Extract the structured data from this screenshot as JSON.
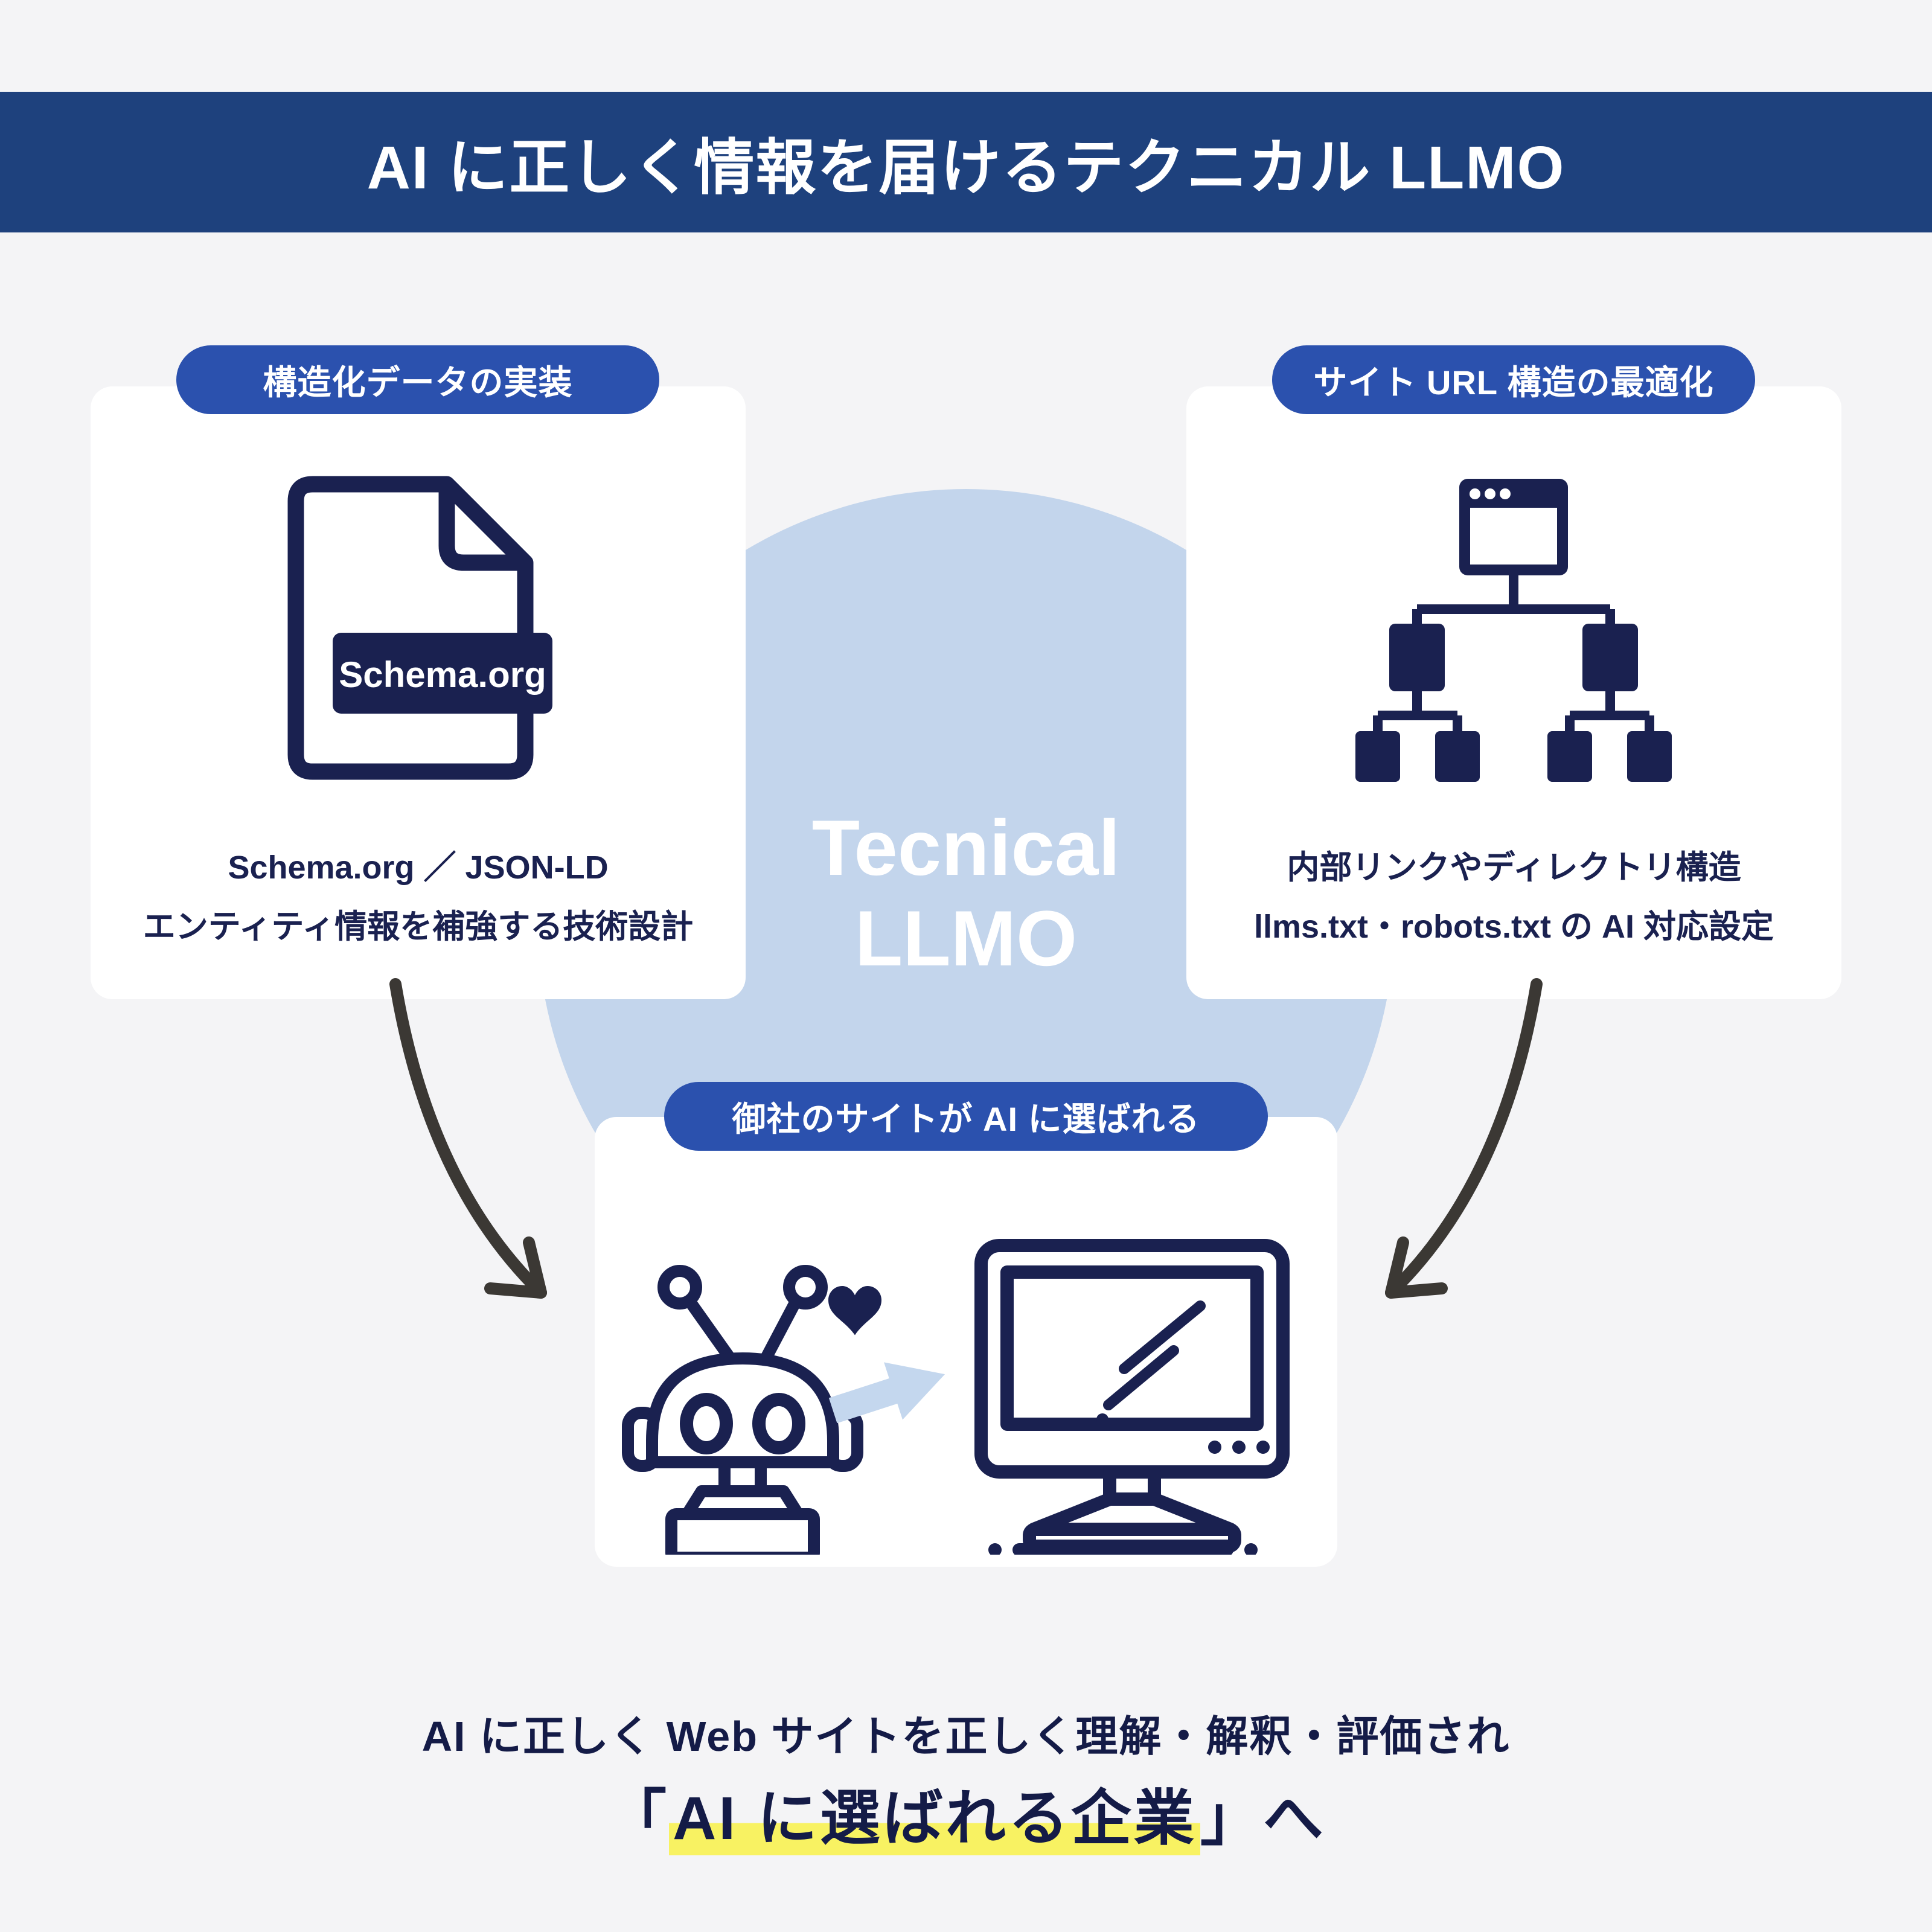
{
  "header": {
    "title": "AI に正しく情報を届けるテクニカル LLMO"
  },
  "center_circle": {
    "line1": "Tecnical",
    "line2": "LLMO"
  },
  "cards": {
    "structured_data": {
      "badge": "構造化データの実装",
      "icon": "schema-document-icon",
      "document_label": "Schema.org",
      "desc_line1": "Schema.org ／ JSON-LD",
      "desc_line2": "エンティティ情報を補強する技術設計"
    },
    "site_url": {
      "badge": "サイト URL 構造の最適化",
      "icon": "sitemap-icon",
      "desc_line1": "内部リンクやディレクトリ構造",
      "desc_line2": "llms.txt・robots.txt の AI 対応設定"
    },
    "result": {
      "badge": "御社のサイトが AI に選ばれる",
      "icons": [
        "robot-icon",
        "heart-icon",
        "arrow-right-icon",
        "monitor-icon"
      ]
    }
  },
  "footer": {
    "line1": "AI に正しく Web サイトを正しく理解・解釈・評価され",
    "line2_open": "「",
    "line2_highlight": "AI に選ばれる企業",
    "line2_close": "」へ"
  },
  "colors": {
    "background": "#f4f4f6",
    "header_navy": "#1e417d",
    "badge_blue": "#2b51ae",
    "icon_navy": "#1a2150",
    "text_navy": "#141b47",
    "circle_blue": "#c3d5ec",
    "arrow_blue": "#c4d7ee",
    "highlight_yellow": "#f8f262",
    "curve_arrow_gray": "#3b3834",
    "card_white": "#ffffff"
  }
}
